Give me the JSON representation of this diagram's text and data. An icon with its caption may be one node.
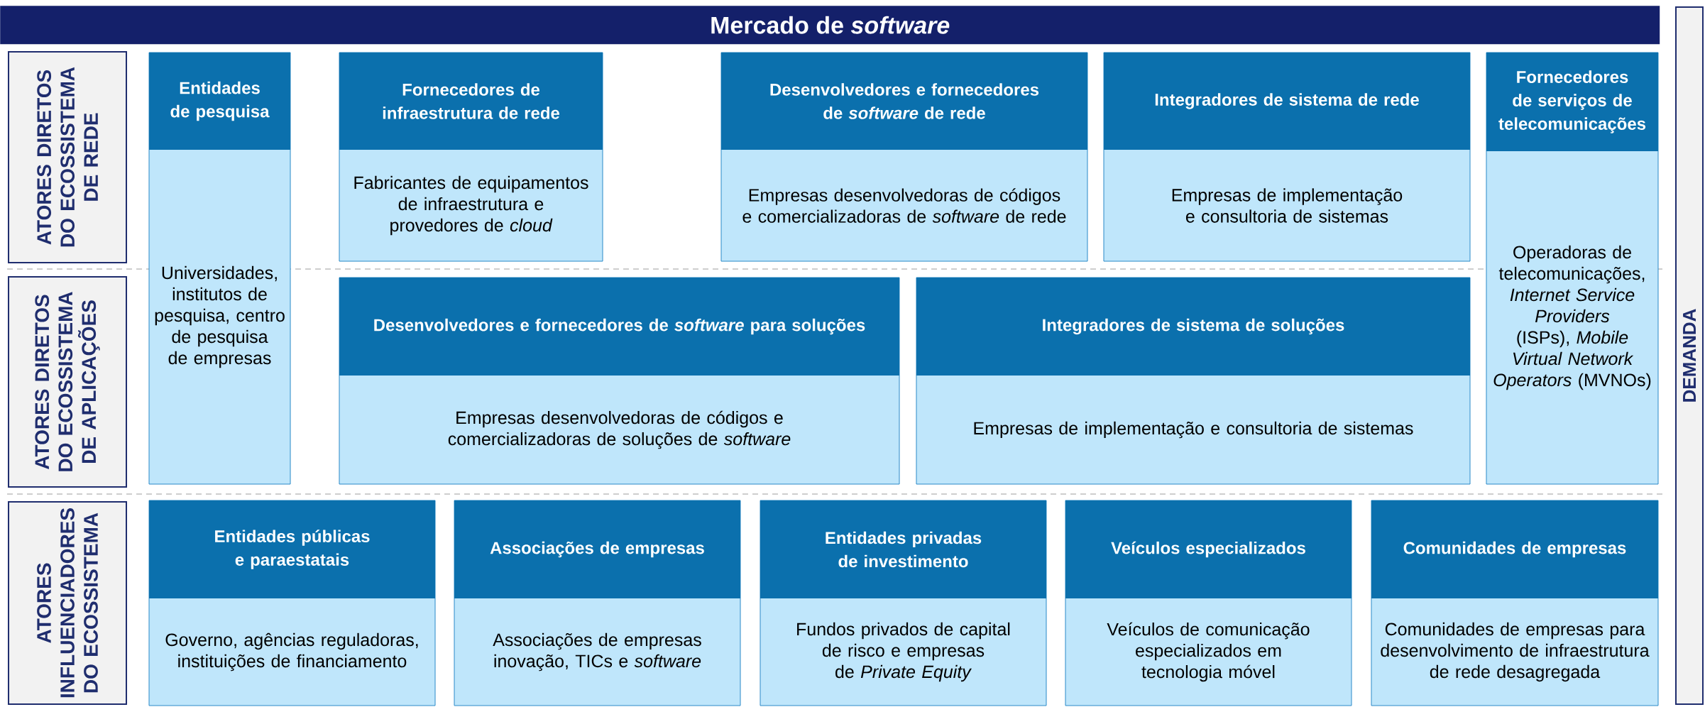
{
  "diagram": {
    "title": "Mercado de *software*",
    "nodes": [
      {
        "text": [
          "ATORES DIRETOS DO ECOSSISTEMA DE REDE"
        ]
      },
      {
        "text": [
          "Entidades de pesquisa",
          "Universidades, institutos de pesquisa, centro de pesquisa de empresas"
        ]
      },
      {
        "text": [
          "Fornecedores de infraestrutura de rede",
          "Fabricantes de equipamentos de infraestrutura e provedores de *cloud*"
        ]
      },
      {
        "text": [
          "Desenvolvedores e fornecedores de *software* de rede",
          "Empresas desenvolvedoras de códigos e comercializadoras de *software* de rede"
        ]
      },
      {
        "text": [
          "Integradores de sistema de rede",
          "Empresas de implementação e consultoria de sistemas"
        ]
      },
      {
        "text": [
          "Fornecedores de serviços de telecomunicações",
          "Operadoras de telecomunicações, *Internet Service Providers* (ISPs), *Mobile Virtual Network Operators* (MVNOs)"
        ]
      },
      {
        "text": [
          "ATORES DIRETOS DO ECOSSISTEMA DE APLICAÇÕES"
        ]
      },
      {
        "text": [
          "Desenvolvedores e fornecedores de *software* para soluções",
          "Empresas desenvolvedoras de códigos e comercializadoras de soluções de *software*"
        ]
      },
      {
        "text": [
          "Integradores de sistema de soluções",
          "Empresas de implementação e consultoria de sistemas"
        ]
      },
      {
        "text": [
          "ATORES INFLUENCIADORES DO ECOSSISTEMA"
        ]
      },
      {
        "text": [
          "Entidades públicas e paraestatais",
          "Governo, agências reguladoras, instituições de financiamento"
        ]
      },
      {
        "text": [
          "Associações de empresas",
          "Associações de empresas inovação, TICs e *software*"
        ]
      },
      {
        "text": [
          "Entidades privadas de investimento",
          "Fundos privados de capital de risco e empresas de *Private Equity*"
        ]
      },
      {
        "text": [
          "Veículos especializados",
          "Veículos de comunicação especializados em tecnologia móvel"
        ]
      },
      {
        "text": [
          "Comunidades de empresas",
          "Comunidades de empresas para desenvolvimento de infraestrutura de rede desagregada"
        ]
      },
      {
        "text": [
          "DEMANDA"
        ]
      }
    ]
  }
}
